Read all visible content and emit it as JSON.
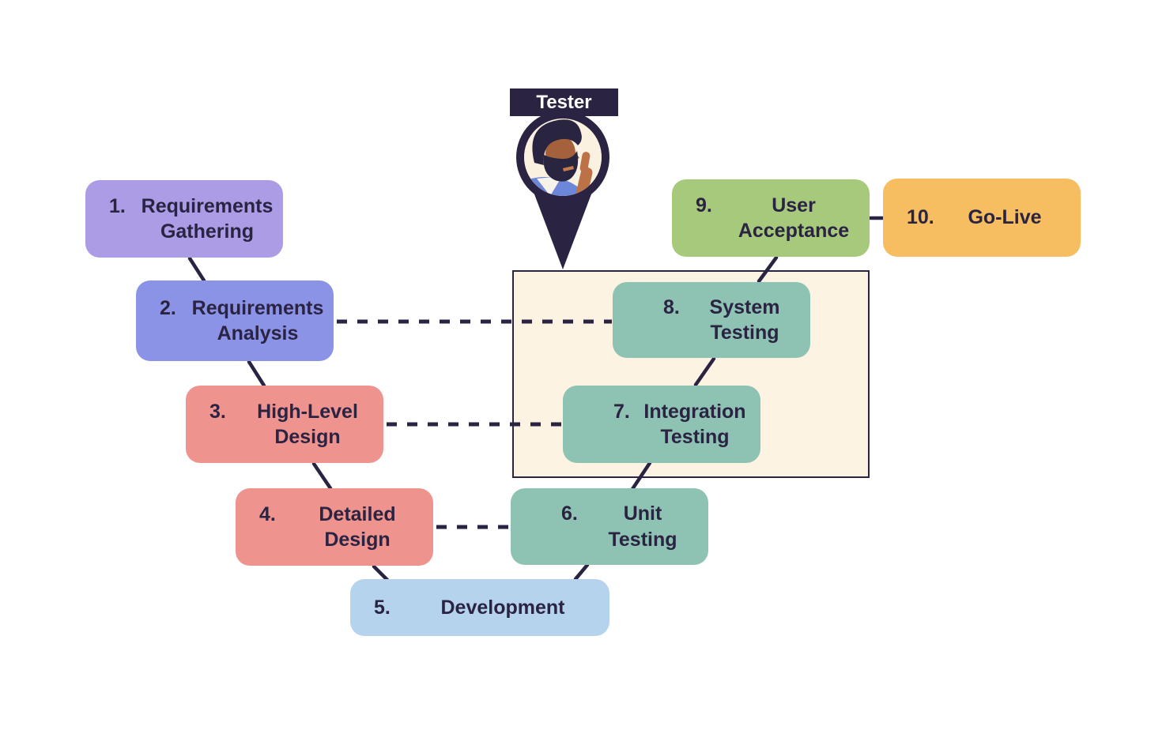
{
  "diagram": {
    "tester_pin": {
      "label": "Tester"
    },
    "steps": [
      {
        "num": "1.",
        "label": "Requirements\nGathering",
        "color": "#AC9CE6"
      },
      {
        "num": "2.",
        "label": "Requirements\nAnalysis",
        "color": "#8B93E6"
      },
      {
        "num": "3.",
        "label": "High-Level\nDesign",
        "color": "#EF938F"
      },
      {
        "num": "4.",
        "label": "Detailed\nDesign",
        "color": "#EF938F"
      },
      {
        "num": "5.",
        "label": "Development",
        "color": "#B6D3EE"
      },
      {
        "num": "6.",
        "label": "Unit\nTesting",
        "color": "#8EC3B3"
      },
      {
        "num": "7.",
        "label": "Integration\nTesting",
        "color": "#8EC3B3"
      },
      {
        "num": "8.",
        "label": "System\nTesting",
        "color": "#8EC3B3"
      },
      {
        "num": "9.",
        "label": "User\nAcceptance",
        "color": "#A6C97B"
      },
      {
        "num": "10.",
        "label": "Go-Live",
        "color": "#F6BD61"
      }
    ],
    "flow_sequence": [
      "1-2",
      "2-3",
      "3-4",
      "4-5",
      "5-6",
      "6-7",
      "7-8",
      "8-9",
      "9-10"
    ],
    "verification_links": [
      {
        "from": "2. Requirements Analysis",
        "to": "8. System Testing"
      },
      {
        "from": "3. High-Level Design",
        "to": "7. Integration Testing"
      },
      {
        "from": "4. Detailed Design",
        "to": "6. Unit Testing"
      }
    ],
    "colors": {
      "background": "#FFFFFF",
      "text": "#2A2342",
      "line": "#2A2342",
      "pin": "#2A2342",
      "tester_bar_bg": "#2A2342",
      "tester_bar_text": "#FFFFFF",
      "testing_zone_fill": "#FCF3E3",
      "testing_zone_border": "#2A2342"
    }
  }
}
